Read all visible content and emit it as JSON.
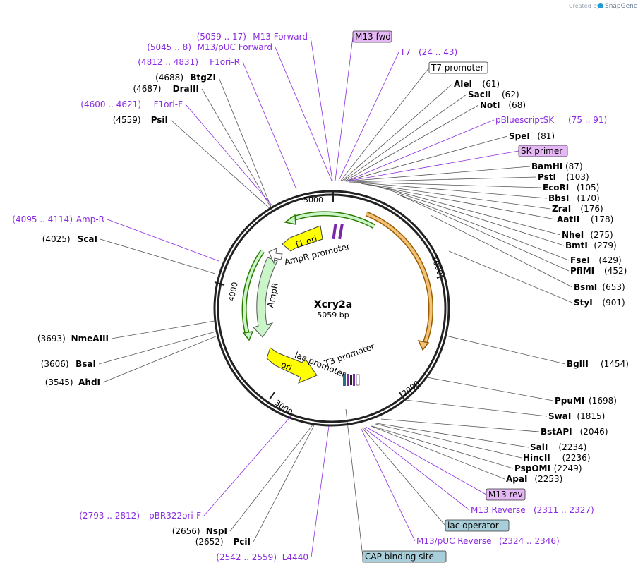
{
  "credit": {
    "prefix": "Created by",
    "brand": "SnapGene"
  },
  "plasmid": {
    "name": "Xcry2a",
    "size_label": "5059 bp"
  },
  "ticks": [
    "1000",
    "2000",
    "3000",
    "4000",
    "5000"
  ],
  "right_labels": [
    {
      "id": "m13fwd",
      "text": "M13 fwd",
      "kind": "primer"
    },
    {
      "id": "t7",
      "text": "T7",
      "range": "(24 .. 43)",
      "kind": "feature"
    },
    {
      "id": "t7prom",
      "text": "T7 promoter",
      "kind": "boxed"
    },
    {
      "id": "alei",
      "text": "AleI",
      "pos": "(61)",
      "kind": "enzyme"
    },
    {
      "id": "sacii",
      "text": "SacII",
      "pos": "(62)",
      "kind": "enzyme"
    },
    {
      "id": "noti",
      "text": "NotI",
      "pos": "(68)",
      "kind": "enzyme"
    },
    {
      "id": "pbsk",
      "text": "pBluescriptSK",
      "range": "(75 .. 91)",
      "kind": "feature"
    },
    {
      "id": "spei",
      "text": "SpeI",
      "pos": "(81)",
      "kind": "enzyme"
    },
    {
      "id": "skprimer",
      "text": "SK primer",
      "kind": "primer"
    },
    {
      "id": "bamhi",
      "text": "BamHI",
      "pos": "(87)",
      "kind": "enzyme"
    },
    {
      "id": "psti",
      "text": "PstI",
      "pos": "(103)",
      "kind": "enzyme"
    },
    {
      "id": "ecori",
      "text": "EcoRI",
      "pos": "(105)",
      "kind": "enzyme"
    },
    {
      "id": "bbsi",
      "text": "BbsI",
      "pos": "(170)",
      "kind": "enzyme"
    },
    {
      "id": "zrai",
      "text": "ZraI",
      "pos": "(176)",
      "kind": "enzyme"
    },
    {
      "id": "aatii",
      "text": "AatII",
      "pos": "(178)",
      "kind": "enzyme"
    },
    {
      "id": "nhei",
      "text": "NheI",
      "pos": "(275)",
      "kind": "enzyme"
    },
    {
      "id": "bmti",
      "text": "BmtI",
      "pos": "(279)",
      "kind": "enzyme"
    },
    {
      "id": "fsei",
      "text": "FseI",
      "pos": "(429)",
      "kind": "enzyme"
    },
    {
      "id": "pflmi",
      "text": "PflMI",
      "pos": "(452)",
      "kind": "enzyme"
    },
    {
      "id": "bsmi",
      "text": "BsmI",
      "pos": "(653)",
      "kind": "enzyme"
    },
    {
      "id": "styi",
      "text": "StyI",
      "pos": "(901)",
      "kind": "enzyme"
    },
    {
      "id": "bglii",
      "text": "BglII",
      "pos": "(1454)",
      "kind": "enzyme"
    },
    {
      "id": "ppumi",
      "text": "PpuMI",
      "pos": "(1698)",
      "kind": "enzyme"
    },
    {
      "id": "swai",
      "text": "SwaI",
      "pos": "(1815)",
      "kind": "enzyme"
    },
    {
      "id": "bstapi",
      "text": "BstAPI",
      "pos": "(2046)",
      "kind": "enzyme"
    },
    {
      "id": "sali",
      "text": "SalI",
      "pos": "(2234)",
      "kind": "enzyme"
    },
    {
      "id": "hincii",
      "text": "HincII",
      "pos": "(2236)",
      "kind": "enzyme"
    },
    {
      "id": "pspomi",
      "text": "PspOMI",
      "pos": "(2249)",
      "kind": "enzyme"
    },
    {
      "id": "apai",
      "text": "ApaI",
      "pos": "(2253)",
      "kind": "enzyme"
    },
    {
      "id": "m13rev",
      "text": "M13 rev",
      "kind": "primer"
    },
    {
      "id": "m13reverse",
      "text": "M13 Reverse",
      "range": "(2311 .. 2327)",
      "kind": "feature"
    },
    {
      "id": "lacop",
      "text": "lac operator",
      "kind": "teal"
    },
    {
      "id": "m13pucrev",
      "text": "M13/pUC Reverse",
      "range": "(2324 .. 2346)",
      "kind": "feature"
    },
    {
      "id": "cap",
      "text": "CAP binding site",
      "kind": "teal"
    }
  ],
  "left_labels": [
    {
      "id": "m13forward",
      "text": "M13 Forward",
      "range": "(5059 .. 17)",
      "kind": "feature"
    },
    {
      "id": "m13pucfwd",
      "text": "M13/pUC Forward",
      "range": "(5045 .. 8)",
      "kind": "feature"
    },
    {
      "id": "f1orir",
      "text": "F1ori-R",
      "range": "(4812 .. 4831)",
      "kind": "feature"
    },
    {
      "id": "btgzi",
      "text": "BtgZI",
      "pos": "(4688)",
      "kind": "enzyme"
    },
    {
      "id": "draiii",
      "text": "DraIII",
      "pos": "(4687)",
      "kind": "enzyme"
    },
    {
      "id": "f1orif",
      "text": "F1ori-F",
      "range": "(4600 .. 4621)",
      "kind": "feature"
    },
    {
      "id": "psii",
      "text": "PsiI",
      "pos": "(4559)",
      "kind": "enzyme"
    },
    {
      "id": "ampr",
      "text": "Amp-R",
      "range": "(4095 .. 4114)",
      "kind": "feature"
    },
    {
      "id": "scai",
      "text": "ScaI",
      "pos": "(4025)",
      "kind": "enzyme"
    },
    {
      "id": "nmeaiii",
      "text": "NmeAIII",
      "pos": "(3693)",
      "kind": "enzyme"
    },
    {
      "id": "bsai",
      "text": "BsaI",
      "pos": "(3606)",
      "kind": "enzyme"
    },
    {
      "id": "ahdi",
      "text": "AhdI",
      "pos": "(3545)",
      "kind": "enzyme"
    },
    {
      "id": "pbr322",
      "text": "pBR322ori-F",
      "range": "(2793 .. 2812)",
      "kind": "feature"
    },
    {
      "id": "nspi",
      "text": "NspI",
      "pos": "(2656)",
      "kind": "enzyme"
    },
    {
      "id": "pcii",
      "text": "PciI",
      "pos": "(2652)",
      "kind": "enzyme"
    },
    {
      "id": "l4440",
      "text": "L4440",
      "range": "(2542 .. 2559)",
      "kind": "feature"
    }
  ],
  "features": [
    {
      "id": "f1ori",
      "text": "f1 ori"
    },
    {
      "id": "amprprom",
      "text": "AmpR promoter"
    },
    {
      "id": "ampr",
      "text": "AmpR"
    },
    {
      "id": "t3prom",
      "text": "T3 promoter"
    },
    {
      "id": "lacprom",
      "text": "lac promoter"
    },
    {
      "id": "ori",
      "text": "ori"
    }
  ],
  "colors": {
    "feature_purple": "#8a2be2",
    "primer_fill": "#e6b7f5",
    "teal_fill": "#a8cfd9",
    "backbone": "#222222",
    "cds_orange": "#f2c27a",
    "ampr_green": "#c9f5c9",
    "f1_yellow": "#ffff00"
  }
}
